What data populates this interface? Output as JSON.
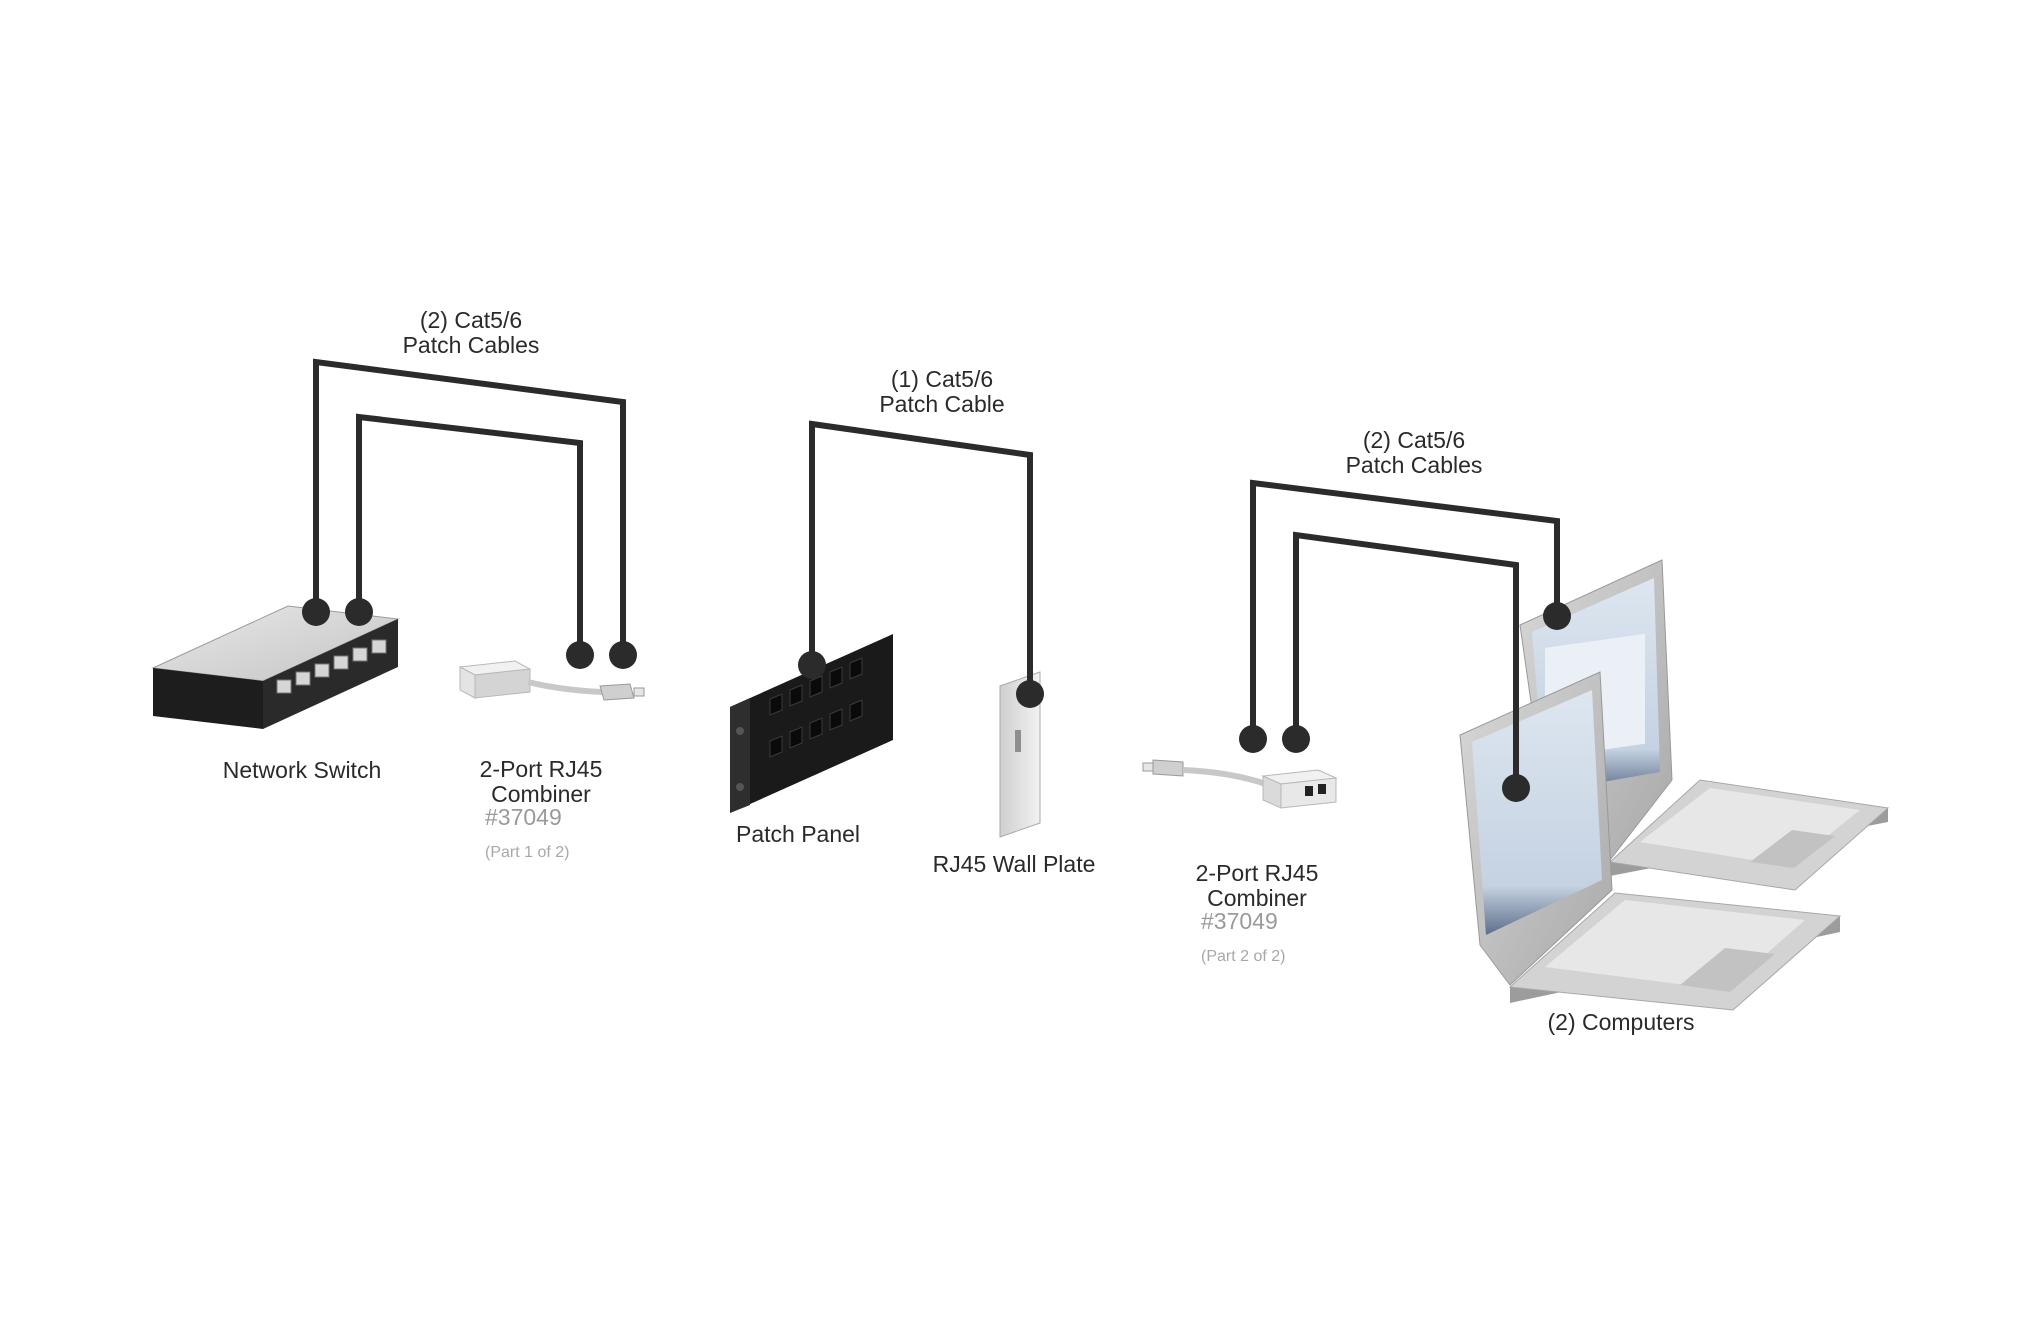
{
  "labels": {
    "cables_left": [
      "(2) Cat5/6",
      "Patch Cables"
    ],
    "cable_middle": [
      "(1) Cat5/6",
      "Patch Cable"
    ],
    "cables_right": [
      "(2) Cat5/6",
      "Patch Cables"
    ],
    "network_switch": "Network Switch",
    "combiner_1": {
      "name": [
        "2-Port RJ45",
        "Combiner"
      ],
      "part_number": "#37049",
      "note": "(Part 1 of 2)"
    },
    "patch_panel": "Patch Panel",
    "wall_plate": "RJ45 Wall Plate",
    "combiner_2": {
      "name": [
        "2-Port RJ45",
        "Combiner"
      ],
      "part_number": "#37049",
      "note": "(Part 2 of 2)"
    },
    "computers": "(2) Computers"
  },
  "colors": {
    "cable": "#2b2b2b",
    "text": "#2a2a2a",
    "secondary_text": "#9a9a9a",
    "device_light": "#d9d9d9",
    "device_dark": "#1f1f1f"
  }
}
